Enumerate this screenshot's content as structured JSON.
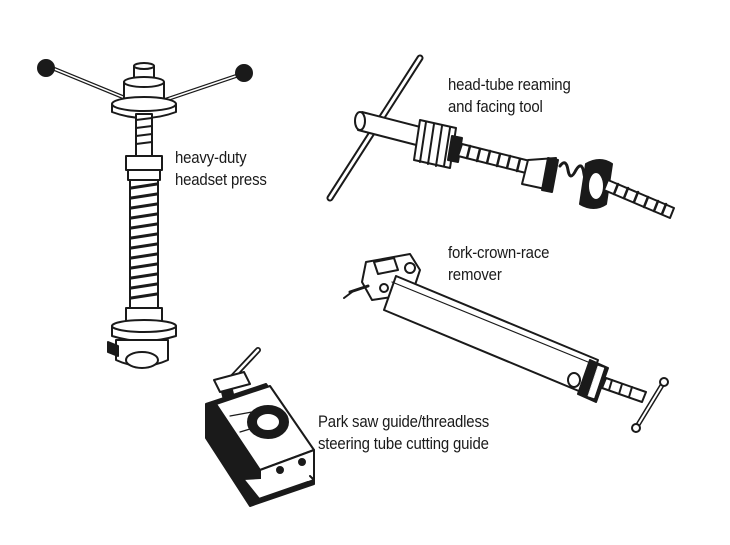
{
  "tools": {
    "press": {
      "line1": "heavy-duty",
      "line2": "headset press"
    },
    "reamer": {
      "line1": "head-tube reaming",
      "line2": "and facing tool"
    },
    "remover": {
      "line1": "fork-crown-race",
      "line2": "remover"
    },
    "guide": {
      "line1": "Park saw guide/threadless",
      "line2": "steering tube cutting guide"
    }
  },
  "colors": {
    "ink": "#1a1a1a",
    "paper": "#ffffff"
  }
}
